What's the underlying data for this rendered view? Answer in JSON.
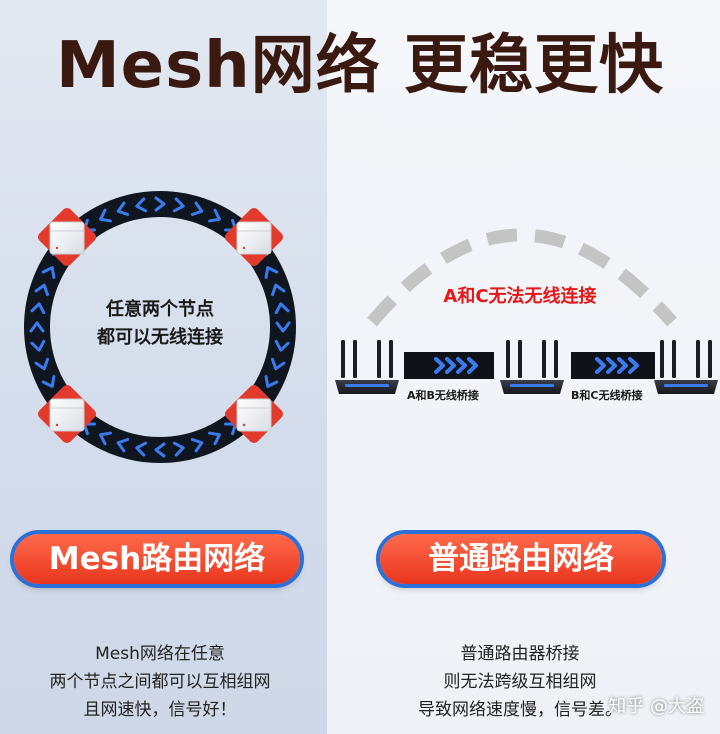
{
  "title": "Mesh网络 更稳更快",
  "left": {
    "ring_text_line1": "任意两个节点",
    "ring_text_line2": "都可以无线连接",
    "pill_label": "Mesh路由网络",
    "desc_line1": "Mesh网络在任意",
    "desc_line2": "两个节点之间都可以互相组网",
    "desc_line3": "且网速快，信号好！"
  },
  "right": {
    "arc_label": "A和C无法无线连接",
    "bridge_ab": "A和B无线桥接",
    "bridge_bc": "B和C无线桥接",
    "pill_label": "普通路由网络",
    "desc_line1": "普通路由器桥接",
    "desc_line2": "则无法跨级互相组网",
    "desc_line3": "导致网络速度慢，信号差。"
  },
  "watermark": "知乎 @大盗",
  "colors": {
    "title": "#3a1a10",
    "pill_fill": "#ee4128",
    "pill_border": "#2c6fd6",
    "ring": "#0f1620",
    "arrow": "#3a7cf0",
    "node_border": "#e23b2e",
    "arc_label": "#e41818"
  }
}
